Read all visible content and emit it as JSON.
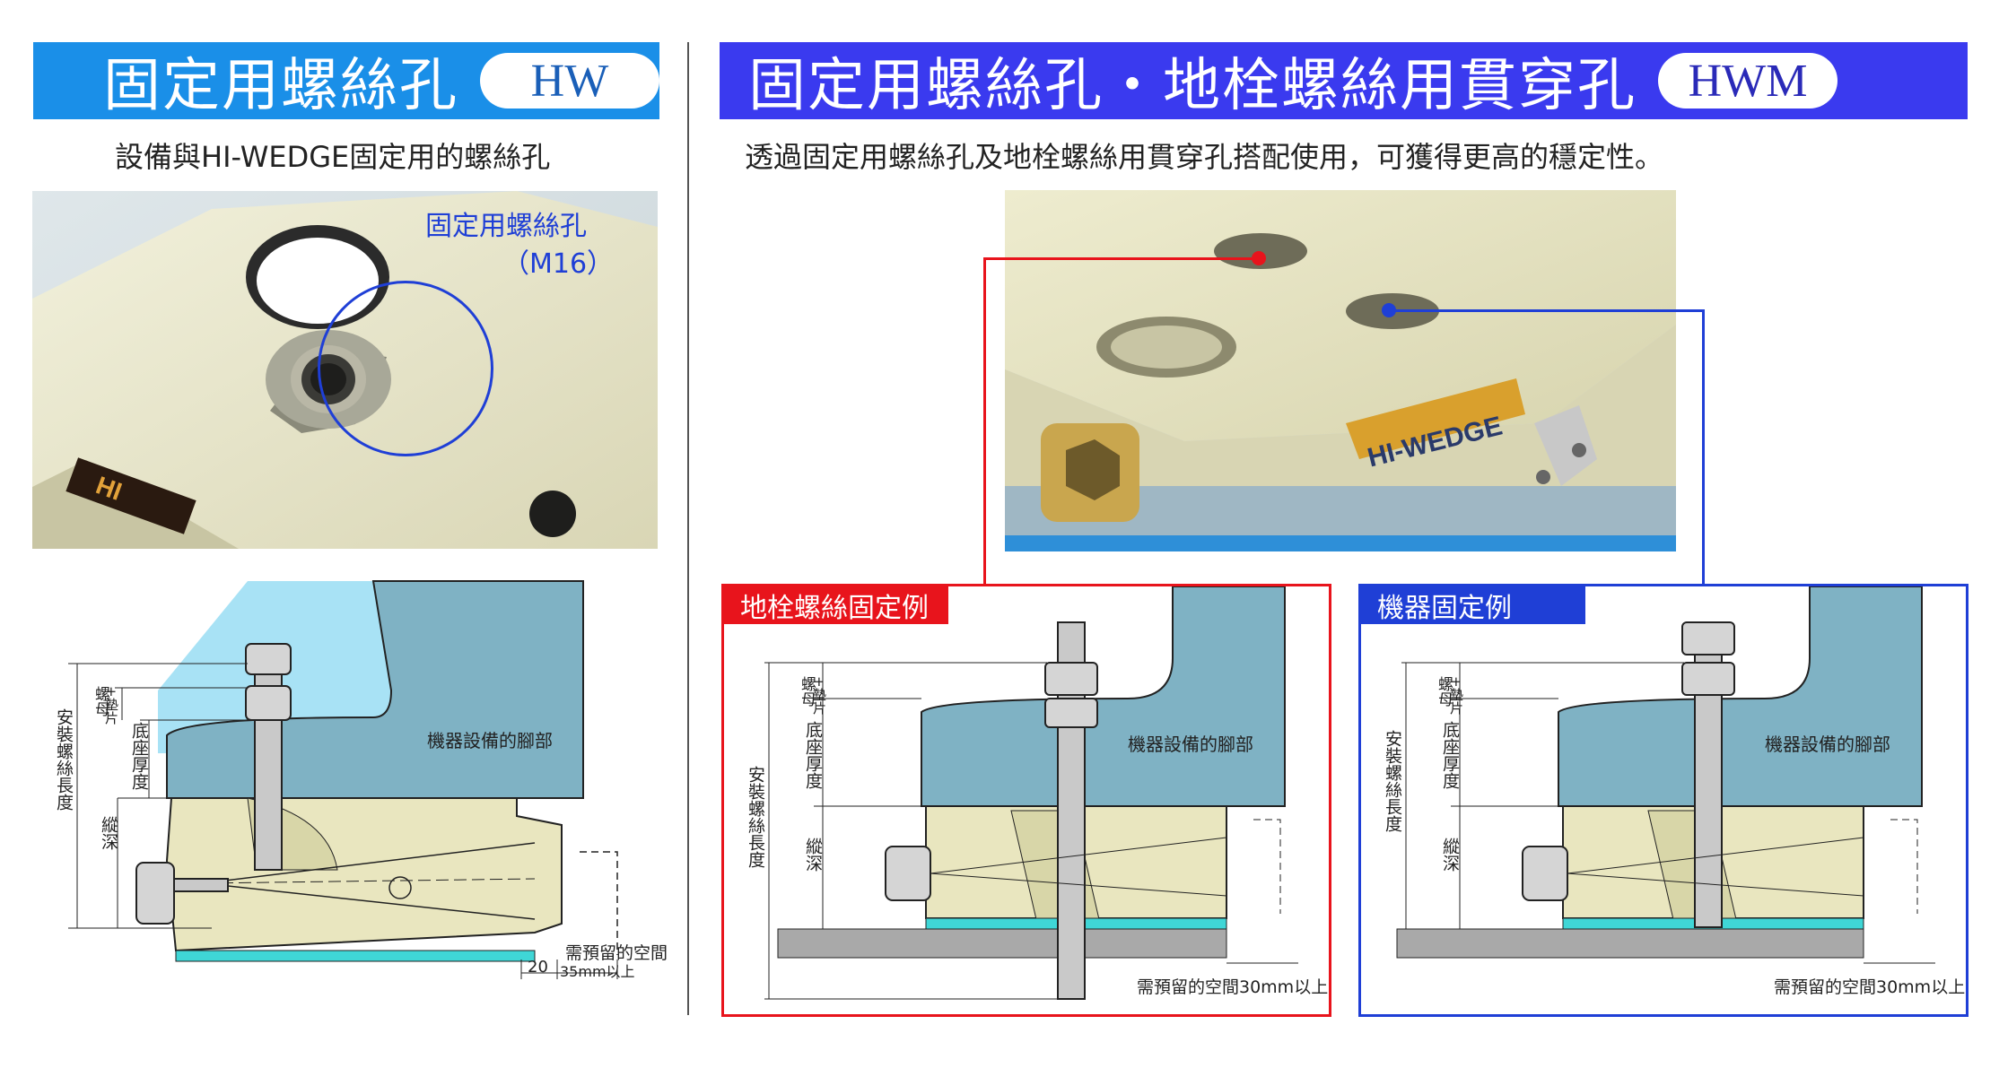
{
  "left": {
    "title": "固定用螺絲孔",
    "badge": "HW",
    "subtitle": "設備與HI-WEDGE固定用的螺絲孔",
    "photo": {
      "callout_line1": "固定用螺絲孔",
      "callout_line2": "（M16）"
    },
    "diagram": {
      "equipment_label": "機器設備的腳部",
      "install_length": "安裝螺絲長度",
      "nut_washer_a": "螺母",
      "nut_washer_b": "+墊片",
      "base_thickness": "底座厚度",
      "depth": "縱深",
      "space_label": "需預留的空間",
      "dim_20": "20",
      "dim_35": "35mm以上"
    }
  },
  "right": {
    "title": "固定用螺絲孔・地栓螺絲用貫穿孔",
    "badge": "HWM",
    "subtitle": "透過固定用螺絲孔及地栓螺絲用貫穿孔搭配使用，可獲得更高的穩定性。",
    "photo": {
      "brand": "HI-WEDGE"
    },
    "anchor_example": {
      "title": "地栓螺絲固定例",
      "equipment_label": "機器設備的腳部",
      "install_length": "安裝螺絲長度",
      "nut_washer_a": "螺母",
      "nut_washer_b": "+墊片",
      "base_thickness": "底座厚度",
      "depth": "縱深",
      "space_label": "需預留的空間30mm以上"
    },
    "machine_example": {
      "title": "機器固定例",
      "equipment_label": "機器設備的腳部",
      "install_length": "安裝螺絲長度",
      "nut_washer_a": "螺母",
      "nut_washer_b": "+墊片",
      "base_thickness": "底座厚度",
      "depth": "縱深",
      "space_label": "需預留的空間30mm以上"
    }
  },
  "colors": {
    "left_banner": "#1a8fe8",
    "right_banner": "#3a3aef",
    "red": "#e8141c",
    "blue": "#1f3fd6",
    "foot_blue": "#7fb2c4",
    "machine_beige": "#e9e6bf",
    "cyan_pad": "#3fd6d6",
    "floor_gray": "#a9a9a9",
    "sky": "#a8e2f5"
  }
}
